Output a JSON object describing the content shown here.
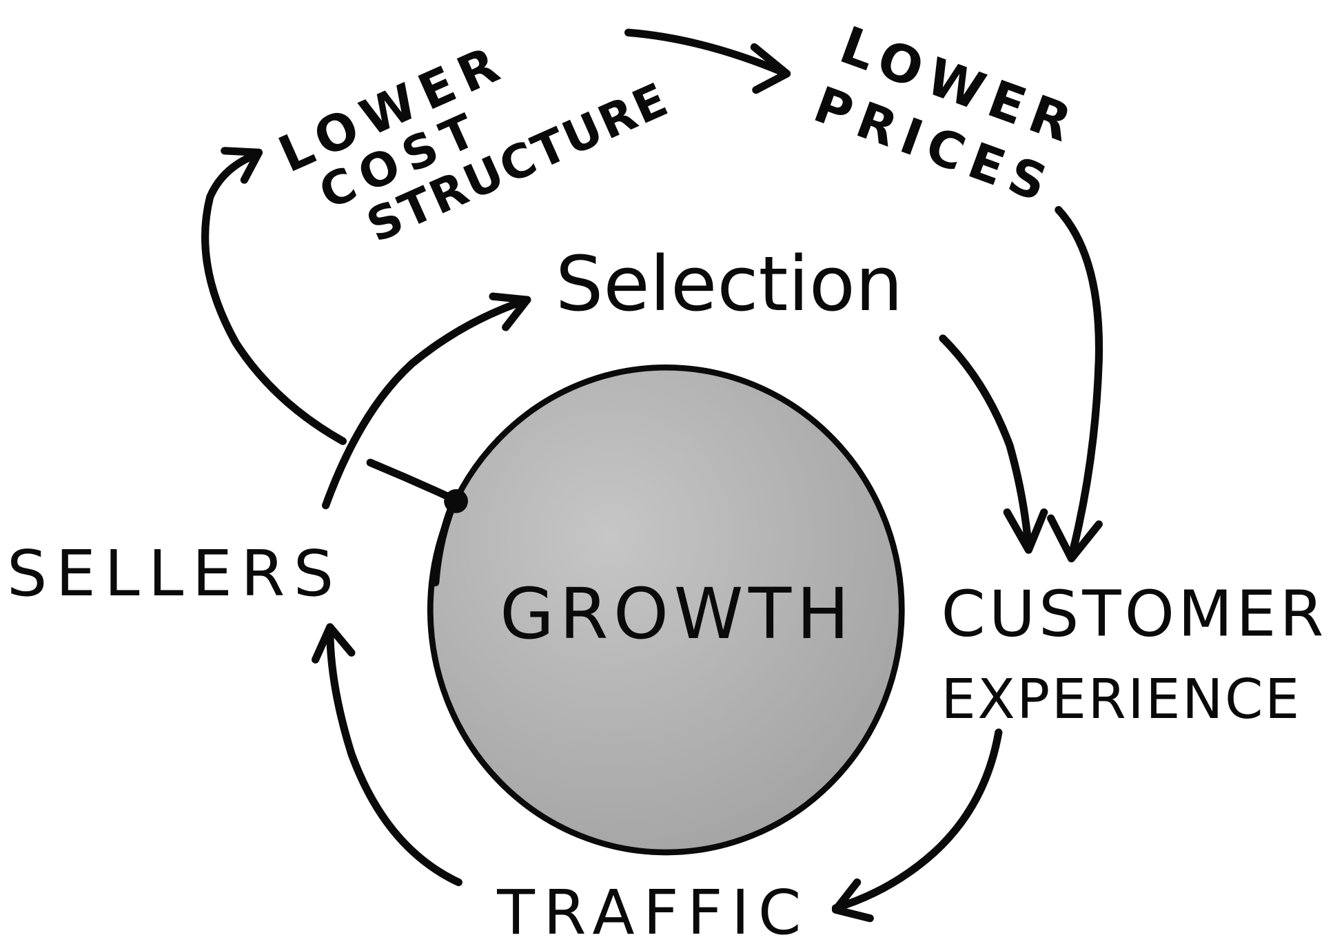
{
  "diagram": {
    "type": "flywheel",
    "center": {
      "label": "Growth",
      "fill": "#b3b3b3"
    },
    "nodes": {
      "selection": "Selection",
      "customer_line1": "Customer",
      "customer_line2": "Experience",
      "traffic": "Traffic",
      "sellers": "Sellers",
      "lower_cost_line1": "Lower",
      "lower_cost_line2": "Cost",
      "lower_cost_line3": "Structure",
      "lower_prices_line1": "Lower",
      "lower_prices_line2": "Prices"
    },
    "edges": [
      {
        "from": "Sellers",
        "to": "Selection"
      },
      {
        "from": "Selection",
        "to": "Customer Experience"
      },
      {
        "from": "Customer Experience",
        "to": "Traffic"
      },
      {
        "from": "Traffic",
        "to": "Sellers"
      },
      {
        "from": "Growth",
        "to": "Lower Cost Structure"
      },
      {
        "from": "Lower Cost Structure",
        "to": "Lower Prices"
      },
      {
        "from": "Lower Prices",
        "to": "Customer Experience"
      }
    ],
    "ink_color": "#0a0a0a"
  }
}
